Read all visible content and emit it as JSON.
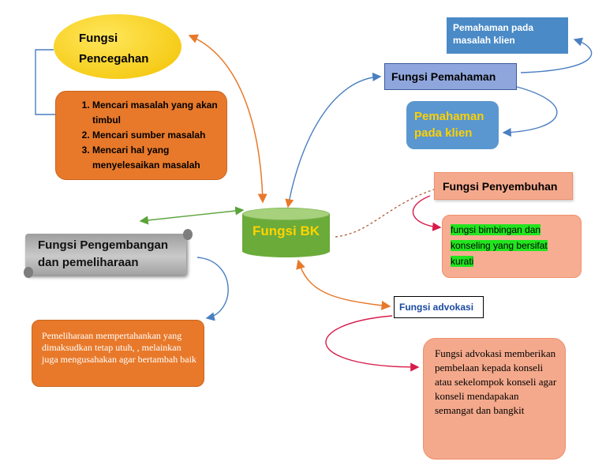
{
  "pencegahan": {
    "title_line1": "Fungsi",
    "title_line2": "Pencegahan",
    "items": [
      "Mencari masalah yang akan timbul",
      "Mencari sumber masalah",
      "Mencari hal yang menyelesaikan masalah"
    ]
  },
  "pengembangan": {
    "title_line1": "Fungsi Pengembangan",
    "title_line2": "dan pemeliharaan",
    "desc": "Pemeliharaan mempertahankan yang dimaksudkan tetap utuh, , melainkan juga mengusahakan agar bertambah baik"
  },
  "center": {
    "label": "Fungsi BK"
  },
  "pemahaman": {
    "title": "Fungsi Pemahaman",
    "masalah_line1": "Pemahaman pada",
    "masalah_line2": "masalah klien",
    "klien_line1": "Pemahaman",
    "klien_line2": "pada klien"
  },
  "penyembuhan": {
    "title": "Fungsi Penyembuhan",
    "desc_line1": "fungsi bimbingan dan",
    "desc_line2": "konseling yang bersifat",
    "desc_line3": "kurati"
  },
  "advokasi": {
    "title": "Fungsi advokasi",
    "desc": "Fungsi advokasi memberikan pembelaan kepada konseli atau sekelompok konseli agar konseli mendapakan semangat dan bangkit"
  },
  "colors": {
    "orange": "#e8792a",
    "yellow": "#f2c200",
    "green": "#6bab3a",
    "blue": "#4a8ac6",
    "salmon": "#f4a98c",
    "highlight": "#22e51f"
  }
}
